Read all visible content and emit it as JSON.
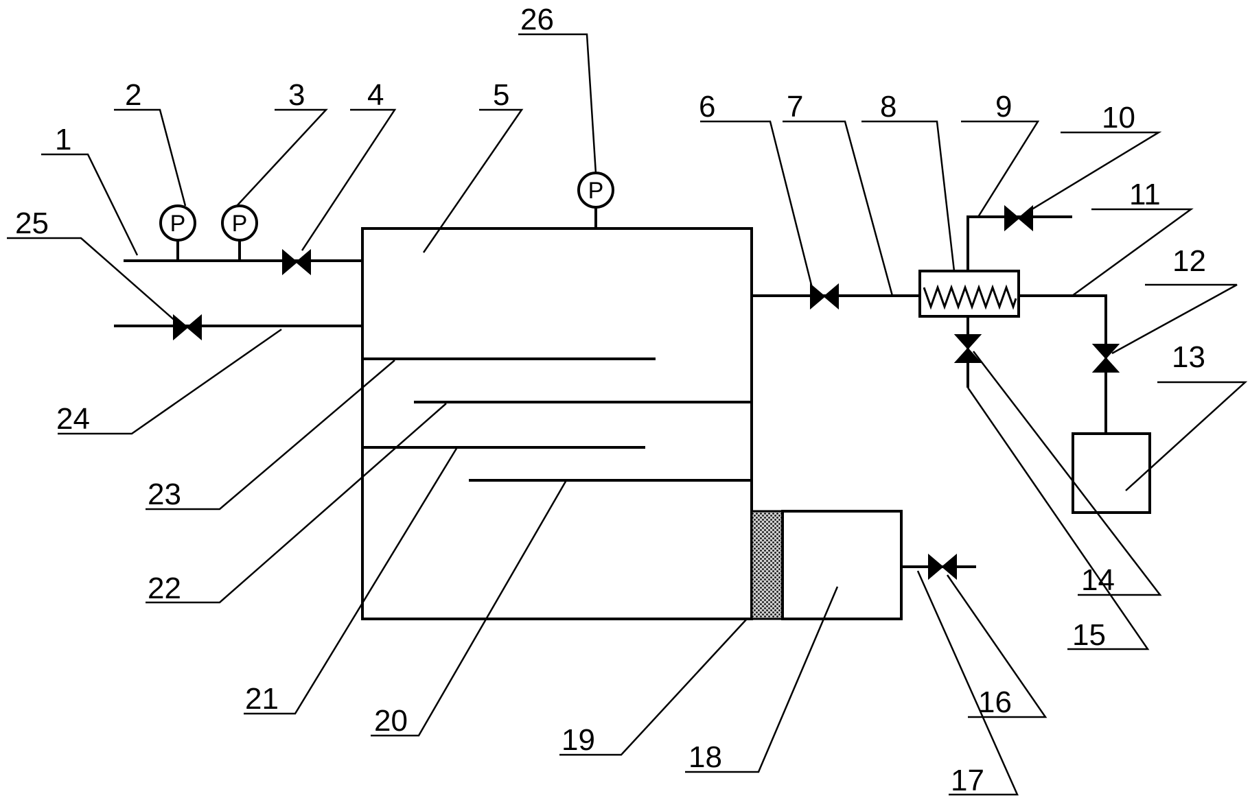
{
  "gauge_letter": "P",
  "callouts": {
    "c1": "1",
    "c2": "2",
    "c3": "3",
    "c4": "4",
    "c5": "5",
    "c6": "6",
    "c7": "7",
    "c8": "8",
    "c9": "9",
    "c10": "10",
    "c11": "11",
    "c12": "12",
    "c13": "13",
    "c14": "14",
    "c15": "15",
    "c16": "16",
    "c17": "17",
    "c18": "18",
    "c19": "19",
    "c20": "20",
    "c21": "21",
    "c22": "22",
    "c23": "23",
    "c24": "24",
    "c25": "25",
    "c26": "26"
  },
  "colors": {
    "line": "#000000",
    "background": "#ffffff",
    "filter_fill": "#777777"
  }
}
